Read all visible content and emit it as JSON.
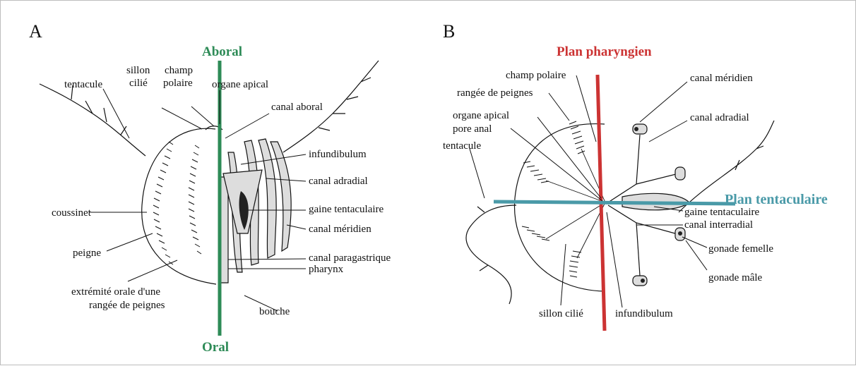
{
  "panel_a": {
    "letter": "A",
    "axis_top": "Aboral",
    "axis_bottom": "Oral",
    "labels": {
      "tentacule": "tentacule",
      "sillon_cilie_1": "sillon",
      "sillon_cilie_2": "cilié",
      "champ_polaire_1": "champ",
      "champ_polaire_2": "polaire",
      "organe_apical": "organe apical",
      "canal_aboral": "canal aboral",
      "infundibulum": "infundibulum",
      "canal_adradial": "canal adradial",
      "gaine_tentaculaire": "gaine tentaculaire",
      "canal_meridien": "canal méridien",
      "coussinet": "coussinet",
      "peigne": "peigne",
      "canal_paragastrique": "canal paragastrique",
      "pharynx": "pharynx",
      "extremite_1": "extrémité orale d'une",
      "extremite_2": "rangée de peignes",
      "bouche": "bouche"
    }
  },
  "panel_b": {
    "letter": "B",
    "axis_pharyngeal": "Plan pharyngien",
    "axis_tentacular": "Plan tentaculaire",
    "labels": {
      "champ_polaire": "champ polaire",
      "rangee_peignes": "rangée de peignes",
      "organe_apical": "organe apical",
      "pore_anal": "pore anal",
      "tentacule": "tentacule",
      "canal_meridien": "canal méridien",
      "canal_adradial": "canal adradial",
      "gaine_tentaculaire": "gaine tentaculaire",
      "canal_interradial": "canal interradial",
      "gonade_femelle": "gonade femelle",
      "gonade_male": "gonade mâle",
      "sillon_cilie": "sillon cilié",
      "infundibulum": "infundibulum"
    }
  },
  "colors": {
    "oral_aboral_axis": "#2e8b57",
    "pharyngeal_plane": "#cc3333",
    "tentacular_plane": "#4a9aa8"
  }
}
